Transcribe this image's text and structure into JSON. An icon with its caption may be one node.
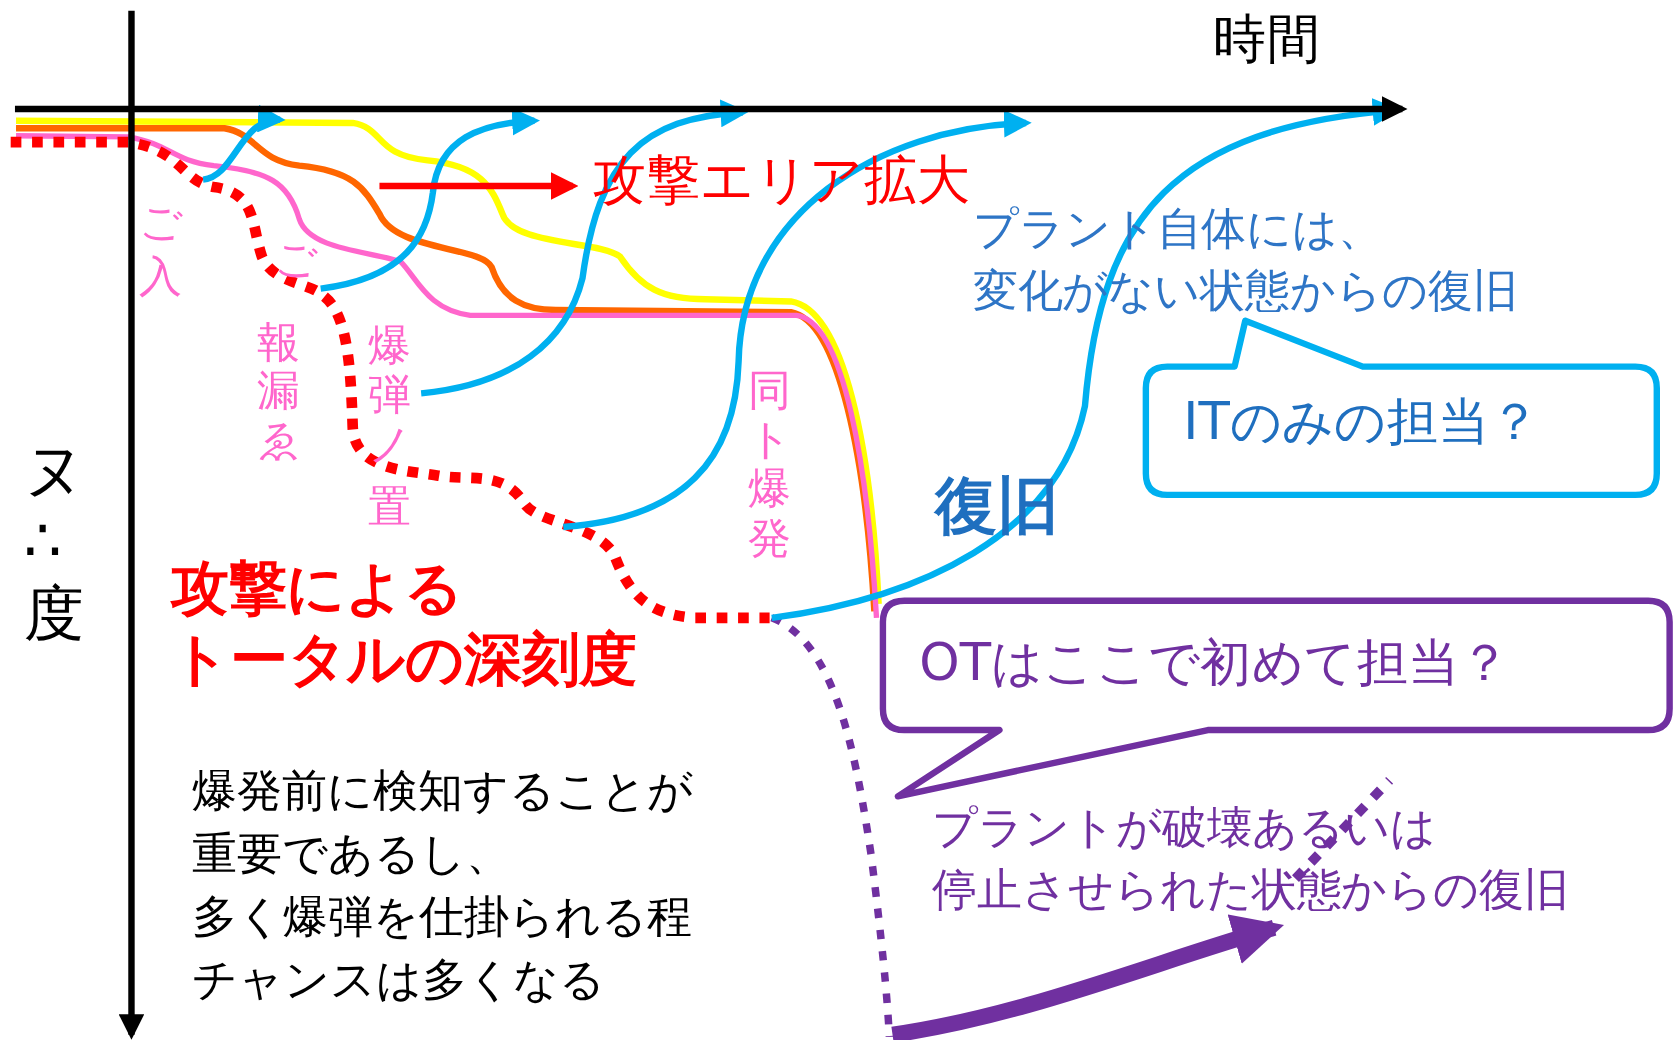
{
  "diagram": {
    "nodes": [
      {
        "text": [
          "ITのみの担当？"
        ]
      },
      {
        "text": [
          "OTはここで初めて担当？"
        ]
      },
      {
        "text": [
          "プラントが破壊あるいは停止させられた状態からの復旧"
        ]
      }
    ],
    "edges": [
      {
        "from": null,
        "to": 2,
        "arrow": "to",
        "color": "#7030a0"
      }
    ],
    "labels": [
      "時間",
      "攻撃エリア拡大",
      "プラント自体には、変化がない状態からの復旧",
      "ご入",
      "ご報漏ゑ",
      "爆弾ノ置",
      "同ト爆発",
      "復旧",
      "ヌ∴度",
      "攻撃によるトータルの深刻度",
      "爆発前に検知することが重要であるし、多く爆弾を仕掛られる程チャンスは多くなる"
    ]
  }
}
